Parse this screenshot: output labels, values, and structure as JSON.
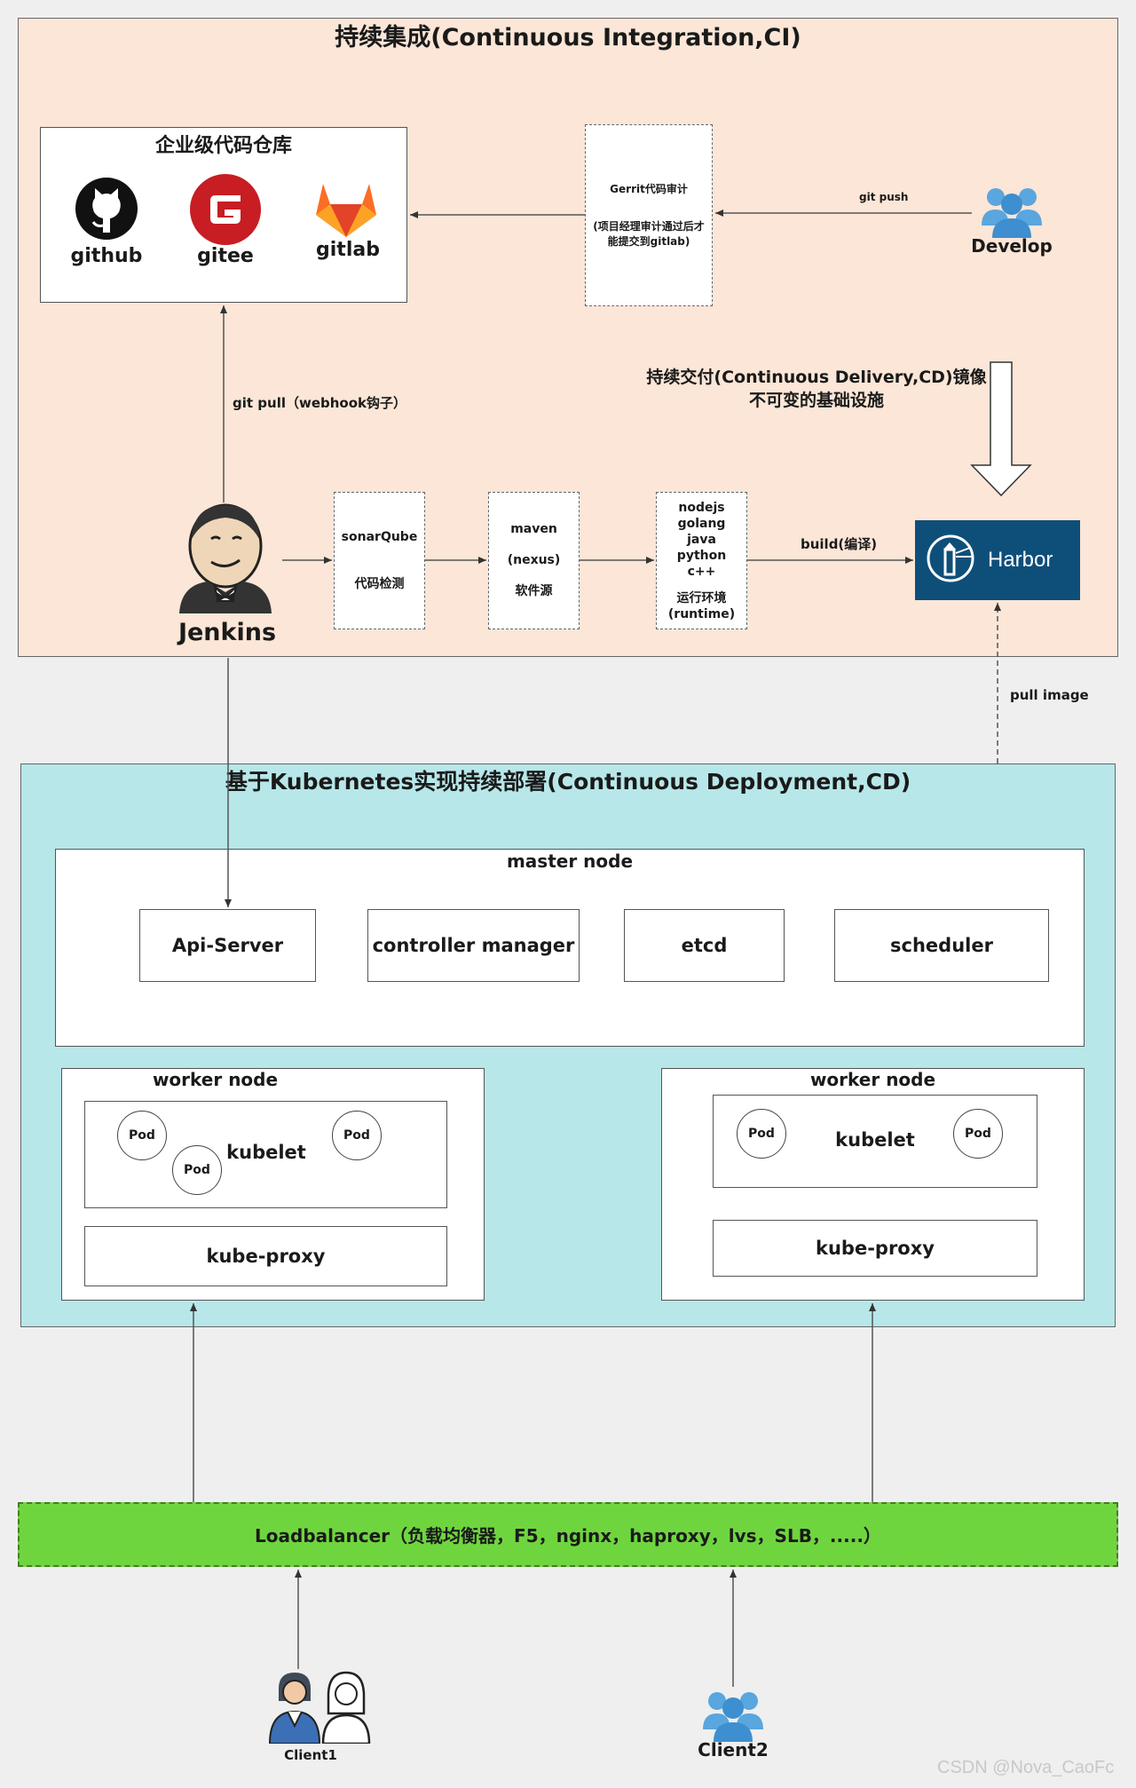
{
  "ci": {
    "title": "持续集成(Continuous Integration,CI)",
    "repo_title": "企业级代码仓库",
    "repos": [
      "github",
      "gitee",
      "gitlab"
    ],
    "gerrit_title": "Gerrit代码审计",
    "gerrit_note": "(项目经理审计通过后才能提交到gitlab)",
    "git_push": "git push",
    "develop": "Develop",
    "git_pull": "git pull（webhook钩子）",
    "cd_title_line1": "持续交付(Continuous Delivery,CD)镜像",
    "cd_title_line2": "不可变的基础设施",
    "jenkins": "Jenkins",
    "sonar_name": "sonarQube",
    "sonar_desc": "代码检测",
    "maven_name": "maven",
    "maven_sub": "(nexus)",
    "maven_desc": "软件源",
    "runtime_langs": [
      "nodejs",
      "golang",
      "java",
      "python",
      "c++"
    ],
    "runtime_desc": "运行环境",
    "runtime_sub": "(runtime)",
    "build": "build(编译)",
    "harbor": "Harbor",
    "pull_image": "pull image"
  },
  "k8s": {
    "title": "基于Kubernetes实现持续部署(Continuous Deployment,CD)",
    "master_title": "master node",
    "master_components": [
      "Api-Server",
      "controller manager",
      "etcd",
      "scheduler"
    ],
    "worker_title": "worker  node",
    "pod": "Pod",
    "kubelet": "kubelet",
    "kube_proxy": "kube-proxy"
  },
  "lb": {
    "label": "Loadbalancer（负载均衡器，F5，nginx，haproxy，lvs，SLB，.....）"
  },
  "clients": [
    "Client1",
    "Client2"
  ],
  "watermark": "CSDN @Nova_CaoFc",
  "colors": {
    "ci_bg": "#fbe6d7",
    "cd_bg": "#b7e7e9",
    "lb_bg": "#6fd53f",
    "harbor_bg": "#0e4f7a",
    "github": "#111111",
    "gitee": "#c71d23",
    "gitlab": "#fc6d26",
    "people": "#5aa6de"
  }
}
